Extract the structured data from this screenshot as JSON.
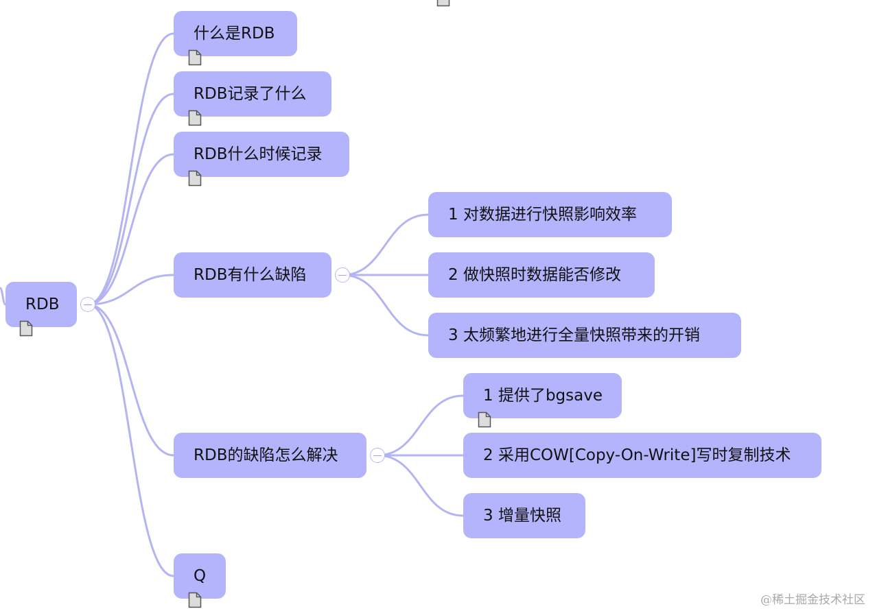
{
  "root": {
    "label": "RDB"
  },
  "children": [
    {
      "id": "what",
      "label": "什么是RDB"
    },
    {
      "id": "records",
      "label": "RDB记录了什么"
    },
    {
      "id": "when",
      "label": "RDB什么时候记录"
    },
    {
      "id": "flaws",
      "label": "RDB有什么缺陷",
      "children": [
        {
          "id": "flaw1",
          "label": "1 对数据进行快照影响效率"
        },
        {
          "id": "flaw2",
          "label": "2 做快照时数据能否修改"
        },
        {
          "id": "flaw3",
          "label": "3 太频繁地进行全量快照带来的开销"
        }
      ]
    },
    {
      "id": "fixes",
      "label": "RDB的缺陷怎么解决",
      "children": [
        {
          "id": "fix1",
          "label": "1 提供了bgsave"
        },
        {
          "id": "fix2",
          "label": "2 采用COW[Copy-On-Write]写时复制技术"
        },
        {
          "id": "fix3",
          "label": "3 增量快照"
        }
      ]
    },
    {
      "id": "q",
      "label": "Q"
    }
  ],
  "watermark": "@稀土掘金技术社区",
  "colors": {
    "node_fill": "#b4b4fc",
    "link": "#b4b4f2",
    "text": "#111111"
  },
  "icons": {
    "note": "note-document-icon",
    "collapse": "collapse-minus-icon"
  }
}
